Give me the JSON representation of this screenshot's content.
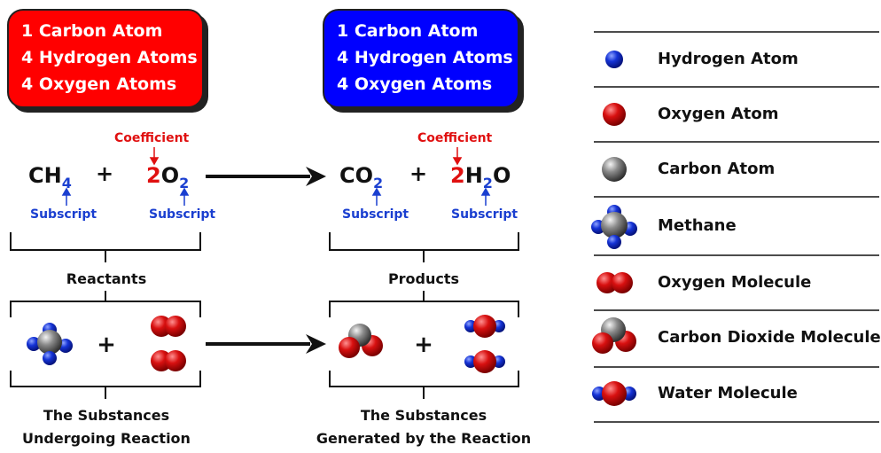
{
  "reactant_box": {
    "lines": [
      "1 Carbon Atom",
      "4 Hydrogen Atoms",
      "4 Oxygen Atoms"
    ],
    "color": "#ff0000"
  },
  "product_box": {
    "lines": [
      "1 Carbon Atom",
      "4 Hydrogen Atoms",
      "4 Oxygen Atoms"
    ],
    "color": "#0000ff"
  },
  "equation": {
    "reactant1": {
      "symbol": "CH",
      "subscript": "4"
    },
    "plus": "+",
    "reactant2": {
      "coefficient": "2",
      "symbol": "O",
      "subscript": "2"
    },
    "product1": {
      "symbol": "CO",
      "subscript": "2"
    },
    "product2": {
      "coefficient": "2",
      "symbol_a": "H",
      "subscript": "2",
      "symbol_b": "O"
    }
  },
  "annotations": {
    "coefficient": "Coefficient",
    "subscript": "Subscript"
  },
  "sections": {
    "reactants": "Reactants",
    "products": "Products",
    "reactants_caption": [
      "The Substances",
      "Undergoing Reaction"
    ],
    "products_caption": [
      "The Substances",
      "Generated by the Reaction"
    ]
  },
  "legend": [
    {
      "label": "Hydrogen Atom",
      "icon": "hydrogen-atom-icon"
    },
    {
      "label": "Oxygen Atom",
      "icon": "oxygen-atom-icon"
    },
    {
      "label": "Carbon Atom",
      "icon": "carbon-atom-icon"
    },
    {
      "label": "Methane",
      "icon": "methane-icon"
    },
    {
      "label": "Oxygen Molecule",
      "icon": "oxygen-molecule-icon"
    },
    {
      "label": "Carbon Dioxide Molecule",
      "icon": "carbon-dioxide-icon"
    },
    {
      "label": "Water Molecule",
      "icon": "water-molecule-icon"
    }
  ],
  "colors": {
    "hydrogen": "#1533d6",
    "oxygen": "#d81010",
    "carbon": "#777777",
    "subscript": "#1a3fd0",
    "coefficient": "#e01010"
  }
}
